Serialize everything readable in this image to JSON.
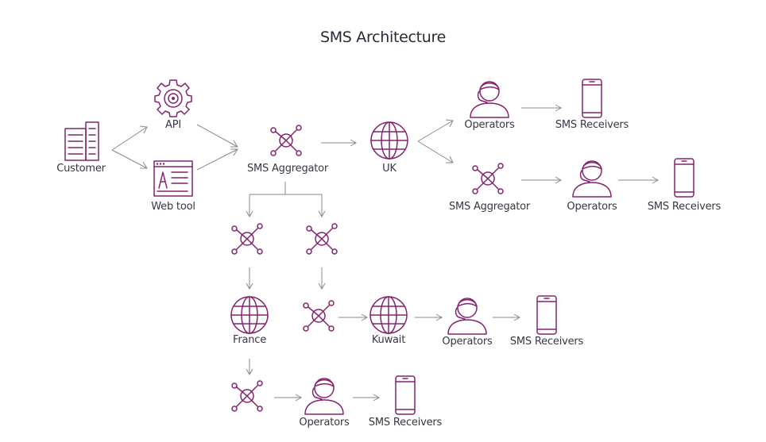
{
  "title": "SMS Architecture",
  "labels": {
    "customer": "Customer",
    "api": "API",
    "web_tool": "Web tool",
    "sms_aggregator_main": "SMS Aggregator",
    "uk": "UK",
    "uk_operators": "Operators",
    "uk_sms_receivers": "SMS Receivers",
    "uk_sms_aggregator": "SMS Aggregator",
    "uk2_operators": "Operators",
    "uk2_sms_receivers": "SMS Receivers",
    "france": "France",
    "kuwait": "Kuwait",
    "kuwait_operators": "Operators",
    "kuwait_sms_receivers": "SMS Receivers",
    "france_operators": "Operators",
    "france_sms_receivers": "SMS Receivers"
  },
  "icons": {
    "customer": "building-icon",
    "api": "gear-icon",
    "web_tool": "browser-window-icon",
    "aggregator": "hub-network-icon",
    "country": "globe-icon",
    "operators": "headset-person-icon",
    "receivers": "mobile-phone-icon"
  },
  "colors": {
    "icon_stroke": "#84246e",
    "arrow": "#8a8a8a",
    "text": "#3a3544"
  }
}
